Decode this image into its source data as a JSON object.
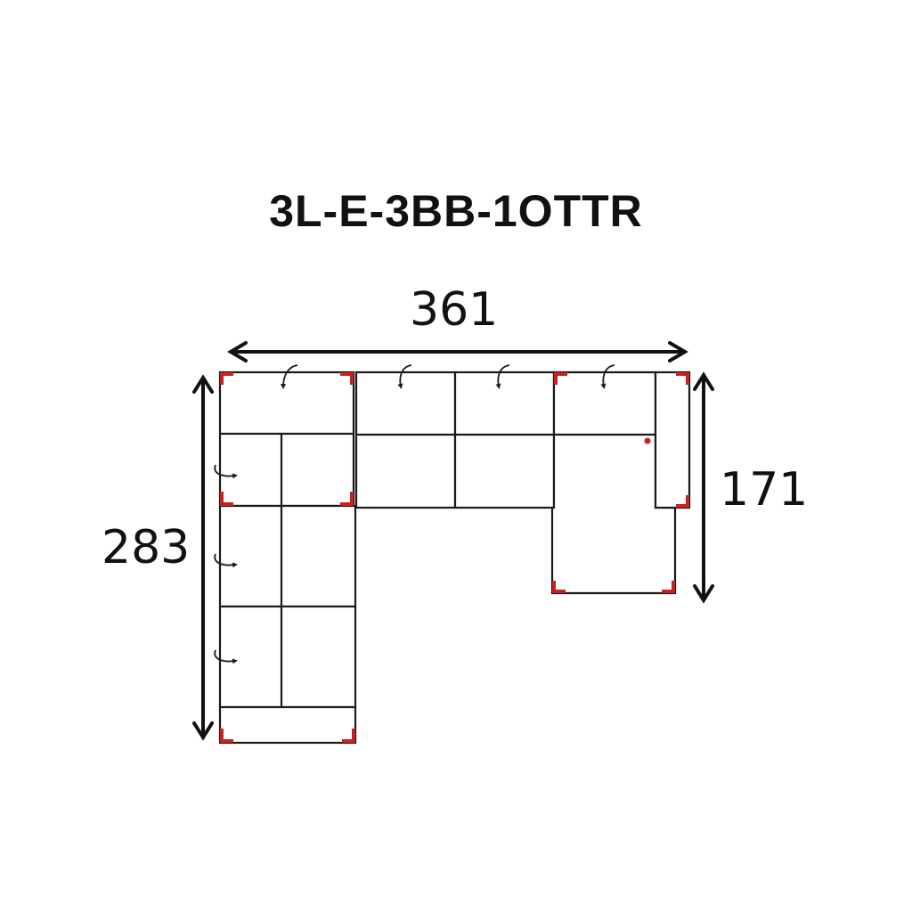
{
  "title": "3L-E-3BB-1OTTR",
  "dimensions": {
    "width": "361",
    "height_left": "283",
    "height_right": "171"
  },
  "colors": {
    "outline": "#1a1a1a",
    "corner_marker": "#cc1f1f",
    "text": "#111111"
  }
}
